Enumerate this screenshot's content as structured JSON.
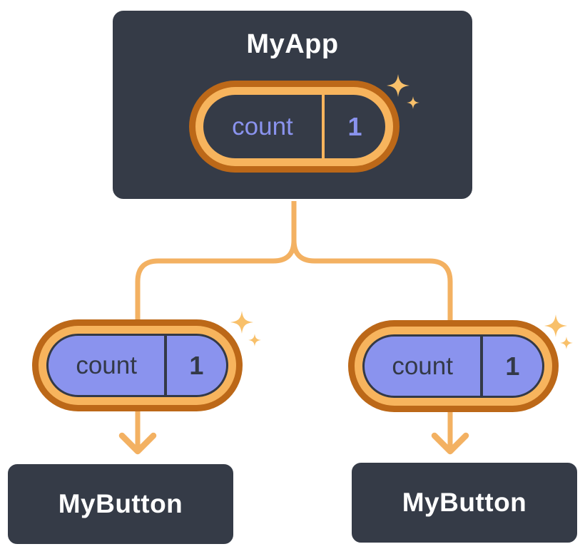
{
  "tree": {
    "root": {
      "name": "MyApp",
      "state": {
        "label": "count",
        "value": "1"
      }
    },
    "children": [
      {
        "name": "MyButton",
        "state": {
          "label": "count",
          "value": "1"
        }
      },
      {
        "name": "MyButton",
        "state": {
          "label": "count",
          "value": "1"
        }
      }
    ]
  },
  "icons": [
    "sparkle-icon",
    "arrow-down-icon"
  ],
  "colors": {
    "canvas_bg": "#FFFFFF",
    "node_background": "#353B47",
    "node_border": "#FFFFFF",
    "node_text": "#FFFFFF",
    "state_purple": "#8A93EE",
    "state_dark_text": "#333947",
    "ring_outer_orange": "#BC6818",
    "ring_inner_orange": "#F7B45D",
    "connector_orange": "#F3B162",
    "sparkle_gold": "#F8C06A"
  }
}
